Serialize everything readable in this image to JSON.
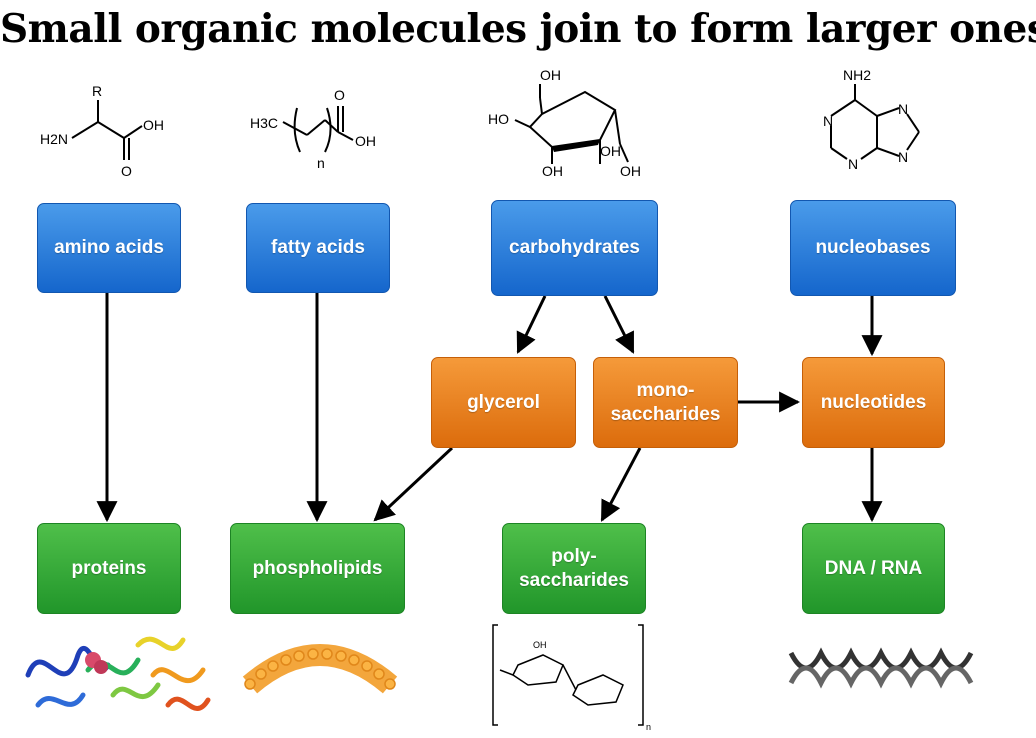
{
  "title": "Small organic molecules join to form larger ones.",
  "boxes": {
    "amino_acids": "amino acids",
    "fatty_acids": "fatty acids",
    "carbohydrates": "carbohydrates",
    "nucleobases": "nucleobases",
    "glycerol": "glycerol",
    "monosaccharides": "mono-\nsaccharides",
    "nucleotides": "nucleotides",
    "proteins": "proteins",
    "phospholipids": "phospholipids",
    "polysaccharides": "poly-\nsaccharides",
    "dna_rna": "DNA / RNA"
  },
  "structures": {
    "amino_acid": {
      "r": "R",
      "nh2": "H2N",
      "oh": "OH",
      "o": "O"
    },
    "fatty_acid": {
      "h3c": "H3C",
      "n": "n",
      "o": "O",
      "oh": "OH"
    },
    "glucose": {
      "oh_top": "OH",
      "ho_left": "HO",
      "oh_1": "OH",
      "oh_2": "OH",
      "oh_3": "OH"
    },
    "adenine": {
      "nh2": "NH2",
      "n1": "N",
      "n2": "N",
      "n3": "N",
      "n4": "N"
    },
    "polysaccharide": {
      "oh": "OH",
      "n": "n"
    }
  },
  "colors": {
    "blue": "#2a7fdc",
    "orange": "#ea8424",
    "green": "#35ab38"
  }
}
